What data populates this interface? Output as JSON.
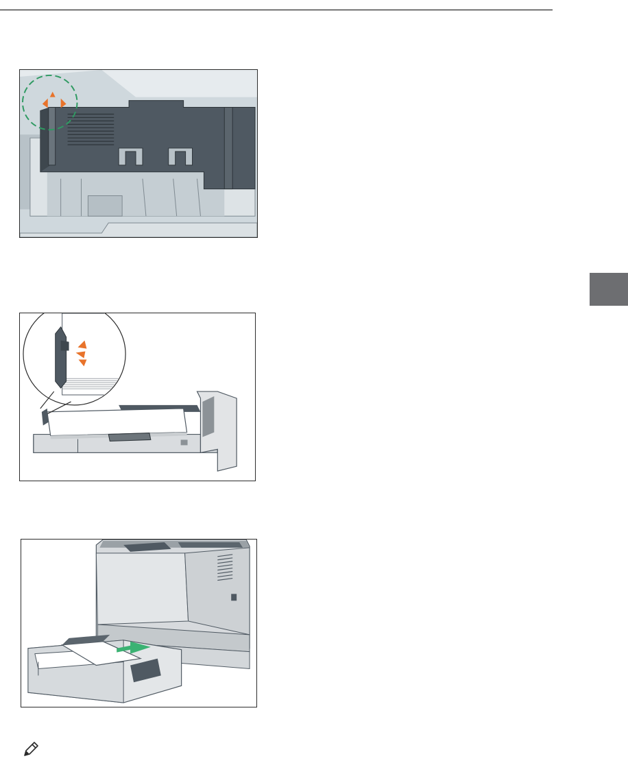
{
  "page": {
    "chapter_tab_color": "#6d6e71"
  },
  "figures": [
    {
      "id": "fig1",
      "icon": "tray-guide-adjust-illustration"
    },
    {
      "id": "fig2",
      "icon": "paper-stack-height-illustration"
    },
    {
      "id": "fig3",
      "icon": "insert-tray-into-printer-illustration"
    }
  ],
  "note": {
    "icon": "pencil-note-icon"
  },
  "colors": {
    "dark_part": "#4f5962",
    "tray_gray": "#cfd3d6",
    "accent_orange": "#e8732b",
    "accent_green": "#3bb273",
    "callout_green": "#2f9a62"
  }
}
